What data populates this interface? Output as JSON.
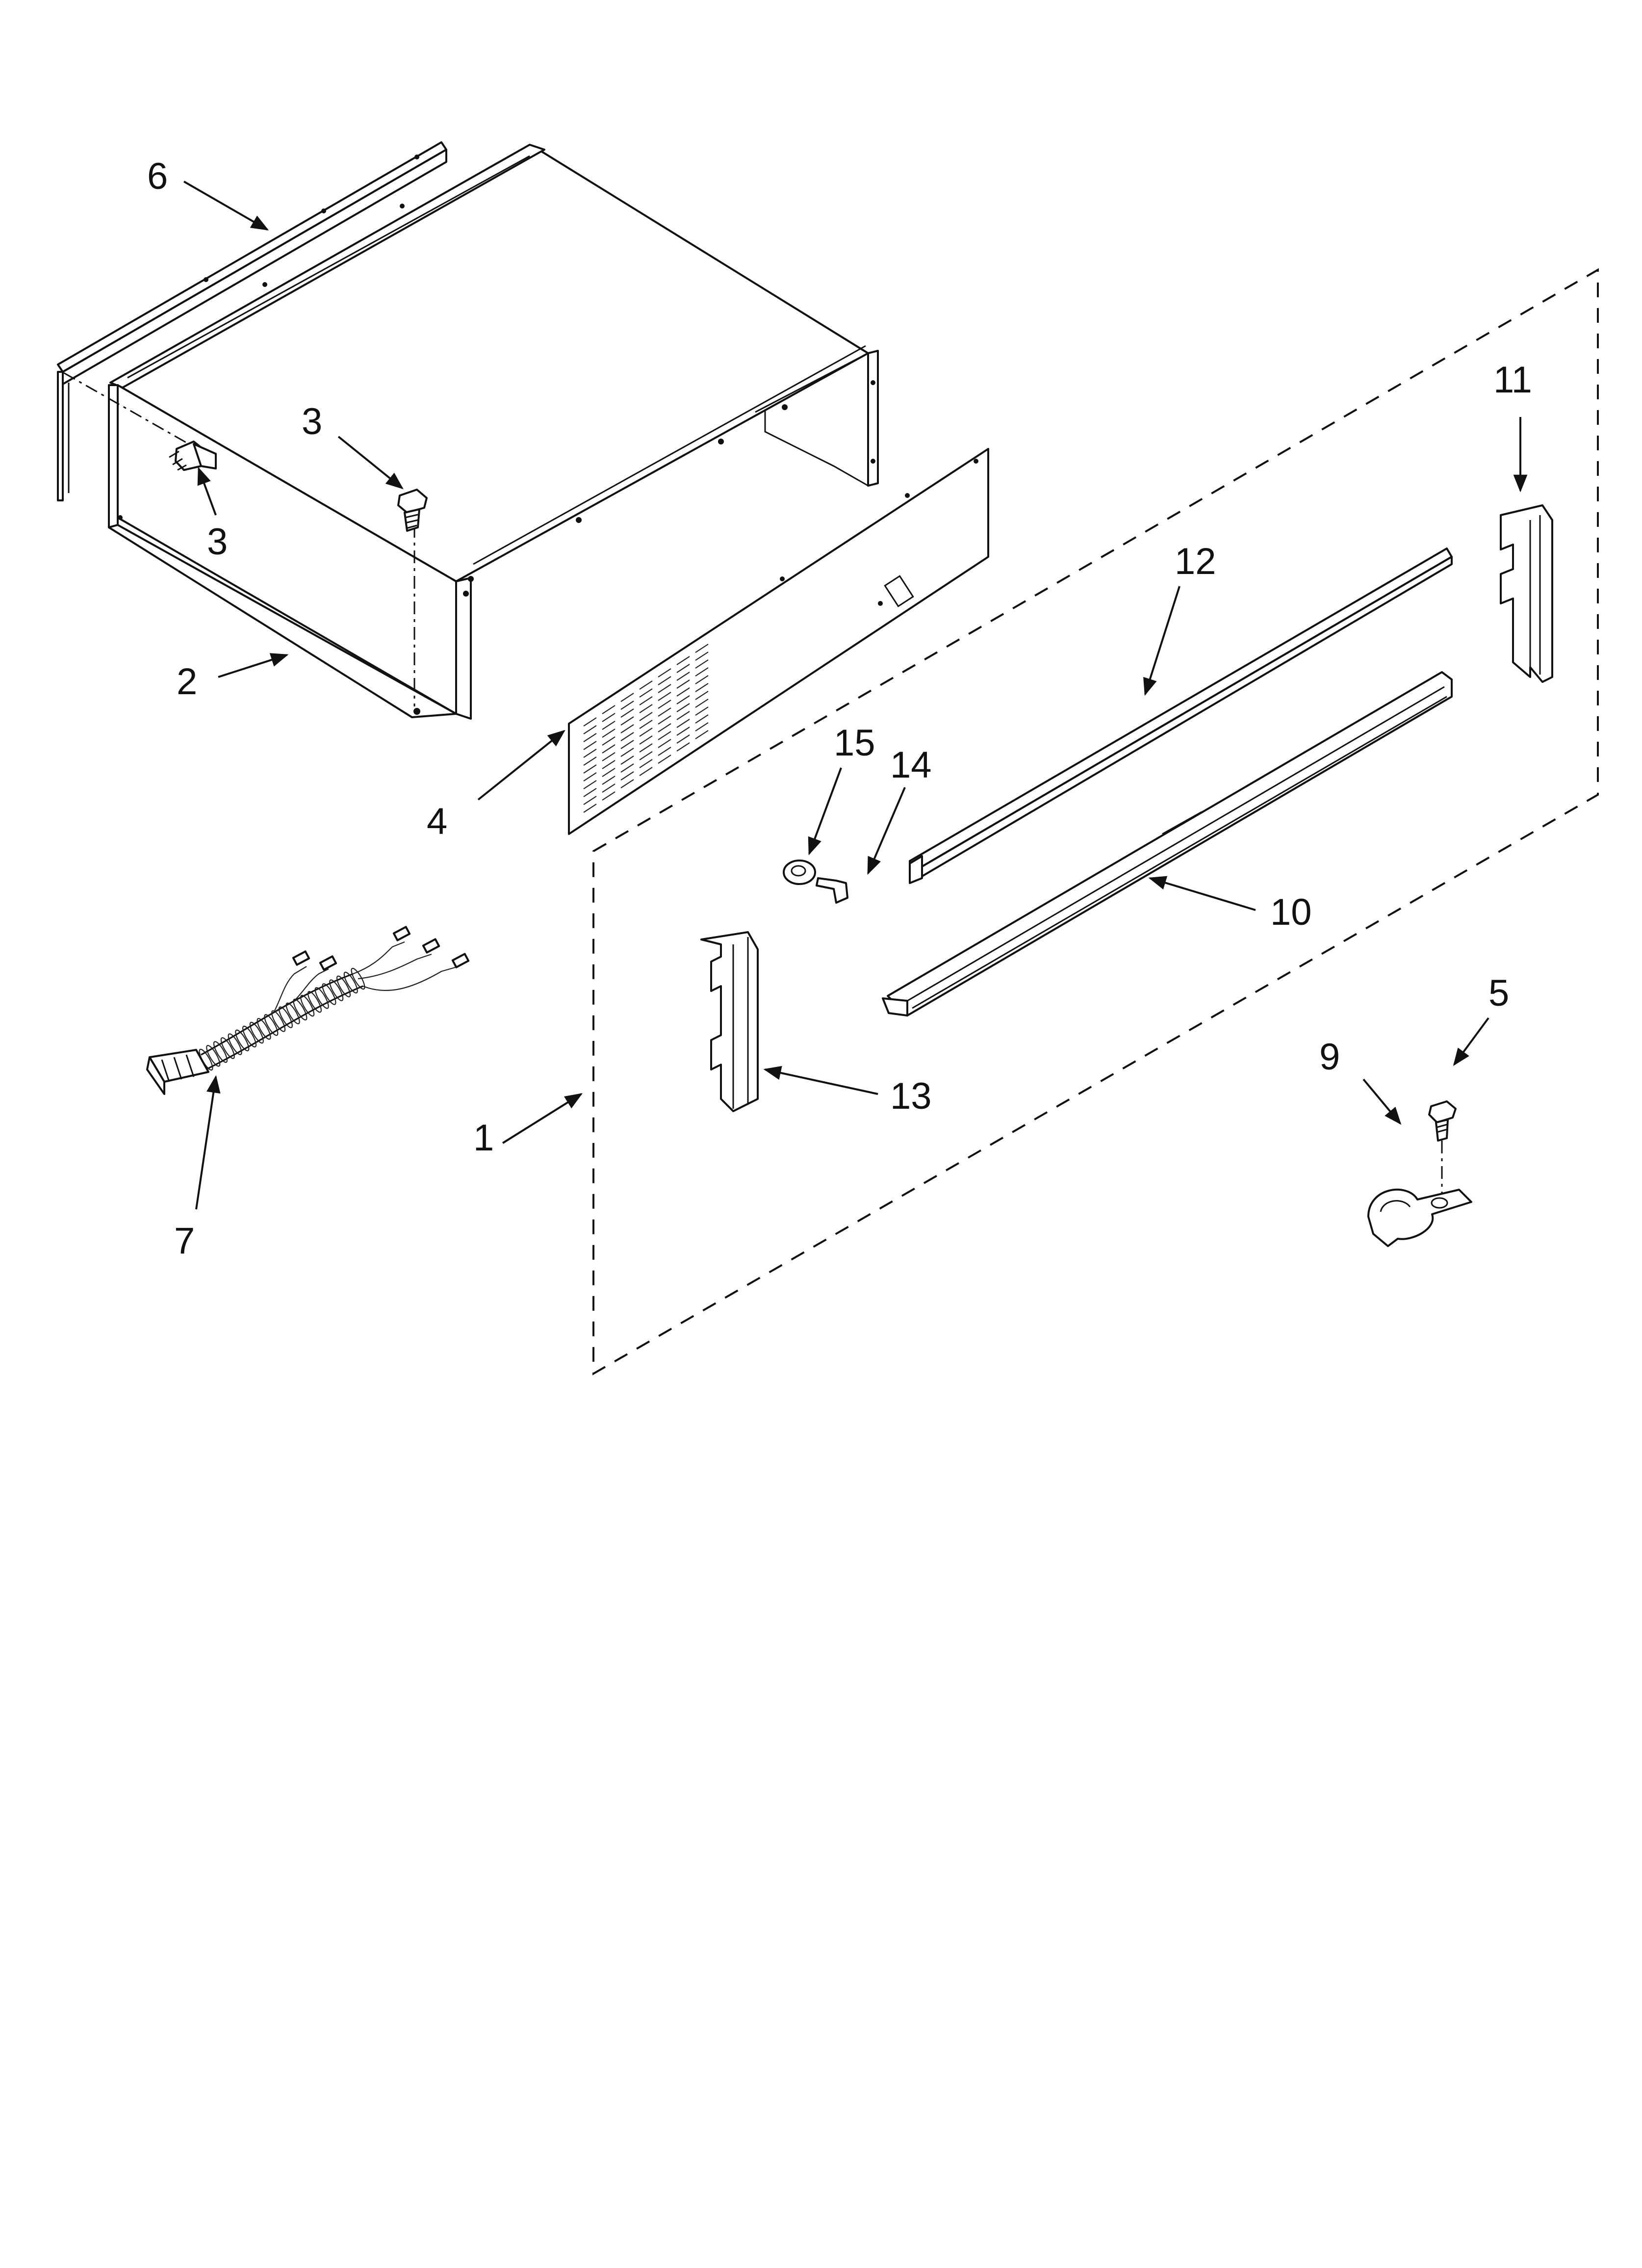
{
  "callouts": [
    {
      "id": "c1",
      "text": "1"
    },
    {
      "id": "c2",
      "text": "2"
    },
    {
      "id": "c3a",
      "text": "3"
    },
    {
      "id": "c3b",
      "text": "3"
    },
    {
      "id": "c4",
      "text": "4"
    },
    {
      "id": "c5",
      "text": "5"
    },
    {
      "id": "c6",
      "text": "6"
    },
    {
      "id": "c7",
      "text": "7"
    },
    {
      "id": "c9",
      "text": "9"
    },
    {
      "id": "c10",
      "text": "10"
    },
    {
      "id": "c11",
      "text": "11"
    },
    {
      "id": "c12",
      "text": "12"
    },
    {
      "id": "c13",
      "text": "13"
    },
    {
      "id": "c14",
      "text": "14"
    },
    {
      "id": "c15",
      "text": "15"
    }
  ],
  "colors": {
    "line": "#111111",
    "background": "#ffffff"
  }
}
